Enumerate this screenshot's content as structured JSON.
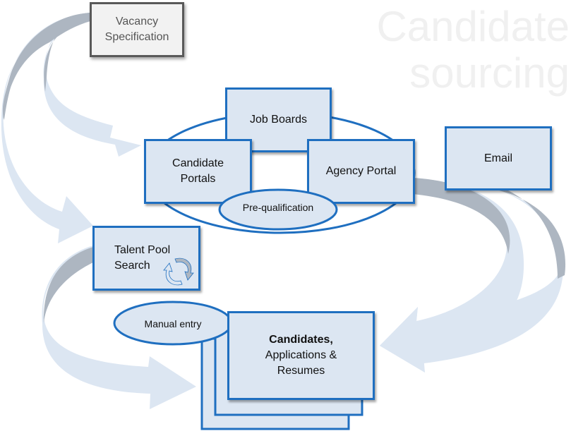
{
  "title": "Candidate sourcing",
  "title_lines": [
    "Candidate",
    "sourcing"
  ],
  "nodes": {
    "vacancy": {
      "lines": [
        "Vacancy",
        "Specification"
      ]
    },
    "job_boards": {
      "label": "Job Boards"
    },
    "candidate_portals": {
      "lines": [
        "Candidate",
        "Portals"
      ]
    },
    "agency_portal": {
      "label": "Agency Portal"
    },
    "pre_qualification": {
      "label": "Pre-qualification"
    },
    "email": {
      "label": "Email"
    },
    "talent_pool": {
      "lines": [
        "Talent Pool",
        "Search"
      ]
    },
    "manual_entry": {
      "label": "Manual entry"
    },
    "candidates": {
      "bold": "Candidates,",
      "lines": [
        "Applications &",
        "Resumes"
      ]
    }
  },
  "colors": {
    "box_fill": "#dce6f2",
    "box_border": "#1f6fc0",
    "arrow_light": "#dce6f2",
    "arrow_dark": "#adb6c1",
    "vacancy_fill": "#f2f2f2",
    "vacancy_border": "#595959",
    "watermark": "#f0f0f0"
  }
}
